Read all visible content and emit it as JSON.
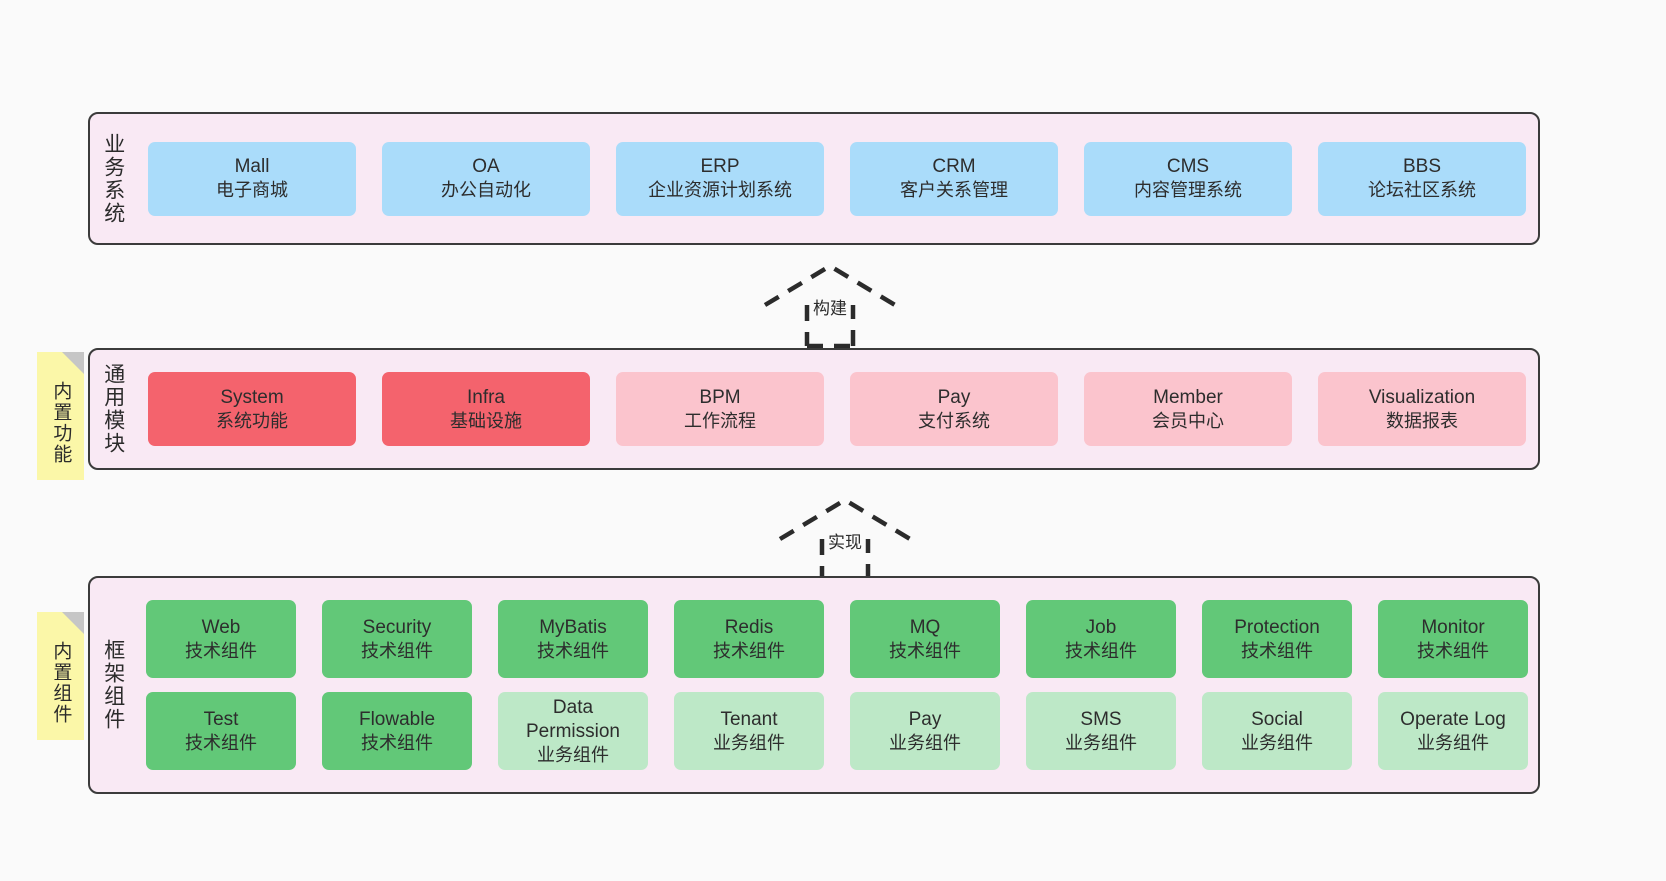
{
  "diagram": {
    "type": "layered-architecture",
    "background_color": "#fafafa",
    "layers": [
      {
        "id": "business",
        "title": "业务系统",
        "container_color": "#f9e9f4",
        "node_color": "#aadcfa",
        "rows": [
          {
            "nodes": [
              {
                "name": "Mall",
                "subtitle": "电子商城",
                "color": "blue"
              },
              {
                "name": "OA",
                "subtitle": "办公自动化",
                "color": "blue"
              },
              {
                "name": "ERP",
                "subtitle": "企业资源计划系统",
                "color": "blue"
              },
              {
                "name": "CRM",
                "subtitle": "客户关系管理",
                "color": "blue"
              },
              {
                "name": "CMS",
                "subtitle": "内容管理系统",
                "color": "blue"
              },
              {
                "name": "BBS",
                "subtitle": "论坛社区系统",
                "color": "blue"
              }
            ]
          }
        ]
      },
      {
        "id": "common",
        "title": "通用模块",
        "sticky_label": "内置功能",
        "container_color": "#f9e9f4",
        "rows": [
          {
            "nodes": [
              {
                "name": "System",
                "subtitle": "系统功能",
                "color": "red"
              },
              {
                "name": "Infra",
                "subtitle": "基础设施",
                "color": "red"
              },
              {
                "name": "BPM",
                "subtitle": "工作流程",
                "color": "pink"
              },
              {
                "name": "Pay",
                "subtitle": "支付系统",
                "color": "pink"
              },
              {
                "name": "Member",
                "subtitle": "会员中心",
                "color": "pink"
              },
              {
                "name": "Visualization",
                "subtitle": "数据报表",
                "color": "pink"
              }
            ]
          }
        ]
      },
      {
        "id": "frame",
        "title": "框架组件",
        "sticky_label": "内置组件",
        "container_color": "#f9e9f4",
        "rows": [
          {
            "nodes": [
              {
                "name": "Web",
                "subtitle": "技术组件",
                "color": "green"
              },
              {
                "name": "Security",
                "subtitle": "技术组件",
                "color": "green"
              },
              {
                "name": "MyBatis",
                "subtitle": "技术组件",
                "color": "green"
              },
              {
                "name": "Redis",
                "subtitle": "技术组件",
                "color": "green"
              },
              {
                "name": "MQ",
                "subtitle": "技术组件",
                "color": "green"
              },
              {
                "name": "Job",
                "subtitle": "技术组件",
                "color": "green"
              },
              {
                "name": "Protection",
                "subtitle": "技术组件",
                "color": "green"
              },
              {
                "name": "Monitor",
                "subtitle": "技术组件",
                "color": "green"
              }
            ]
          },
          {
            "nodes": [
              {
                "name": "Test",
                "subtitle": "技术组件",
                "color": "green"
              },
              {
                "name": "Flowable",
                "subtitle": "技术组件",
                "color": "green"
              },
              {
                "name": "Data Permission",
                "subtitle": "业务组件",
                "color": "lgreen"
              },
              {
                "name": "Tenant",
                "subtitle": "业务组件",
                "color": "lgreen"
              },
              {
                "name": "Pay",
                "subtitle": "业务组件",
                "color": "lgreen"
              },
              {
                "name": "SMS",
                "subtitle": "业务组件",
                "color": "lgreen"
              },
              {
                "name": "Social",
                "subtitle": "业务组件",
                "color": "lgreen"
              },
              {
                "name": "Operate Log",
                "subtitle": "业务组件",
                "color": "lgreen"
              }
            ]
          }
        ]
      }
    ],
    "connectors": [
      {
        "id": "build",
        "label": "构建",
        "style": "dashed-generalization",
        "from": "common",
        "to": "business"
      },
      {
        "id": "implement",
        "label": "实现",
        "style": "dashed-generalization",
        "from": "frame",
        "to": "common"
      }
    ],
    "colors": {
      "container": "#f9e9f4",
      "border": "#3b3b3b",
      "blue": "#aadcfa",
      "red": "#f4636d",
      "pink": "#fbc4cd",
      "green": "#62c878",
      "light_green": "#bde8c7",
      "sticky": "#fbf7a8",
      "sticky_fold": "#c6c6c6",
      "text": "#2d2d2d"
    }
  }
}
